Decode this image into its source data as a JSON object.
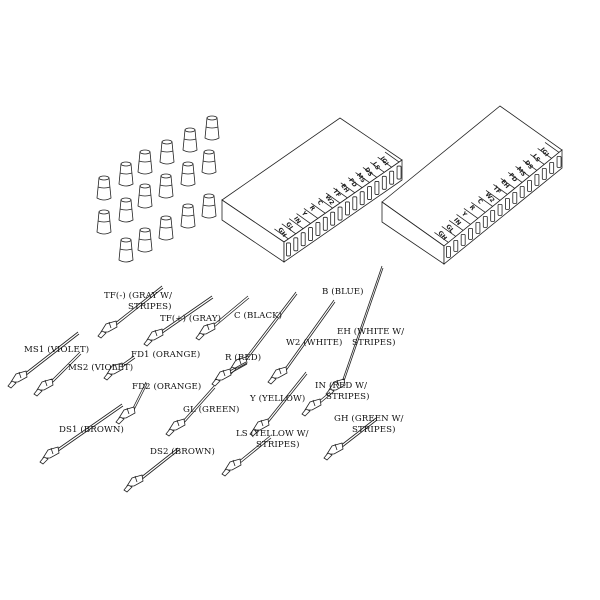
{
  "diagram": {
    "wire_labels": [
      {
        "id": "tf-minus",
        "lines": [
          "TF(-) (GRAY W/",
          "STRIPES)"
        ]
      },
      {
        "id": "b",
        "lines": [
          "B (BLUE)"
        ]
      },
      {
        "id": "tf-plus",
        "lines": [
          "TF(+) (GRAY)"
        ]
      },
      {
        "id": "c",
        "lines": [
          "C (BLACK)"
        ]
      },
      {
        "id": "eh",
        "lines": [
          "EH (WHITE W/",
          "STRIPES)"
        ]
      },
      {
        "id": "w2",
        "lines": [
          "W2 (WHITE)"
        ]
      },
      {
        "id": "ms1",
        "lines": [
          "MS1 (VIOLET)"
        ]
      },
      {
        "id": "fd1",
        "lines": [
          "FD1 (ORANGE)"
        ]
      },
      {
        "id": "r",
        "lines": [
          "R (RED)"
        ]
      },
      {
        "id": "ms2",
        "lines": [
          "MS2 (VIOLET)"
        ]
      },
      {
        "id": "in",
        "lines": [
          "IN (RED W/",
          "STRIPES)"
        ]
      },
      {
        "id": "fd2",
        "lines": [
          "FD2 (ORANGE)"
        ]
      },
      {
        "id": "y",
        "lines": [
          "Y (YELLOW)"
        ]
      },
      {
        "id": "gl",
        "lines": [
          "GL (GREEN)"
        ]
      },
      {
        "id": "gh",
        "lines": [
          "GH (GREEN W/",
          "STRIPES)"
        ]
      },
      {
        "id": "ds1",
        "lines": [
          "DS1 (BROWN)"
        ]
      },
      {
        "id": "ls",
        "lines": [
          "LS (YELLOW W/",
          "STRIPES)"
        ]
      },
      {
        "id": "ds2",
        "lines": [
          "DS2 (BROWN)"
        ]
      }
    ],
    "connector_left_labels": [
      "GH",
      "GL",
      "IN",
      "Y",
      "R",
      "C",
      "W2",
      "TF",
      "EH",
      "FD",
      "MS",
      "DS",
      "LS",
      "IGI"
    ],
    "connector_right_labels": [
      "GH",
      "GL",
      "IN",
      "Y",
      "R",
      "C",
      "W2",
      "TF",
      "EH",
      "FD",
      "MS",
      "DS",
      "LS",
      "IGI"
    ],
    "wire_nut_count": 17
  }
}
